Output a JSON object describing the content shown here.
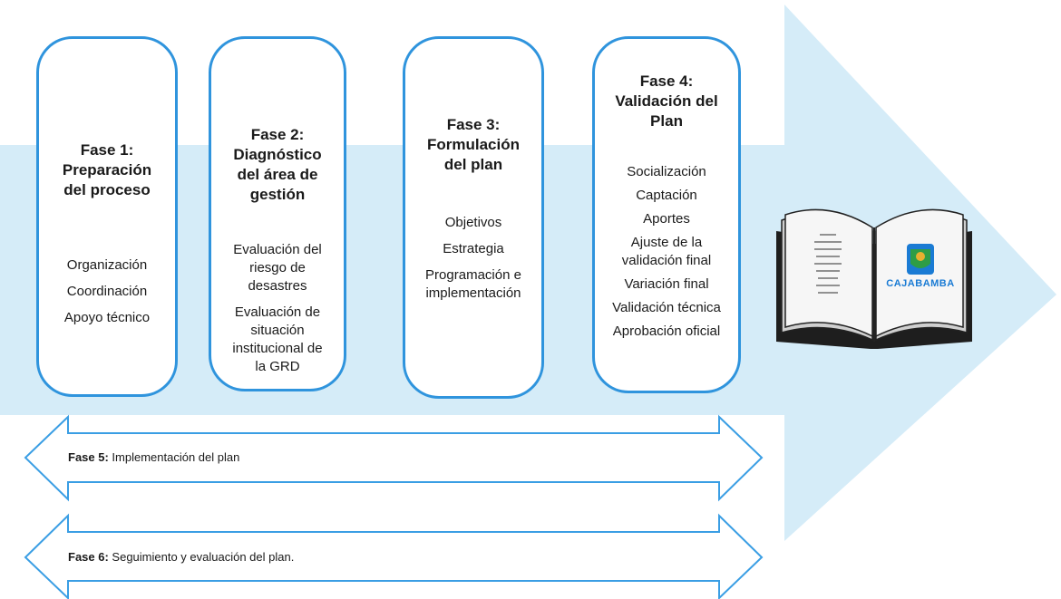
{
  "colors": {
    "arrow_fill": "#d5ecf8",
    "box_border": "#2f94dd",
    "band_stroke": "#3a9ee4",
    "logo_blue": "#1a7bd4",
    "logo_green": "#2e9d46"
  },
  "phases": [
    {
      "title": "Fase 1:\nPreparación\ndel proceso",
      "items": [
        "Organización",
        "Coordinación",
        "Apoyo técnico"
      ]
    },
    {
      "title": "Fase 2:\nDiagnóstico\ndel área de\ngestión",
      "items": [
        "Evaluación del\nriesgo de\ndesastres",
        "Evaluación de\nsituación\ninstitucional de\nla GRD"
      ]
    },
    {
      "title": "Fase 3:\nFormulación\ndel plan",
      "items": [
        "Objetivos",
        "Estrategia",
        "Programación e\nimplementación"
      ]
    },
    {
      "title": "Fase 4:\nValidación del\nPlan",
      "items": [
        "Socialización",
        "Captación",
        "Aportes",
        "Ajuste de la\nvalidación final",
        "Variación final",
        "Validación técnica",
        "Aprobación oficial"
      ]
    }
  ],
  "bands": [
    {
      "label_bold": "Fase 5:",
      "label_text": " Implementación del plan"
    },
    {
      "label_bold": "Fase 6:",
      "label_text": " Seguimiento y evaluación del plan."
    }
  ],
  "book": {
    "logo_text": "CAJABAMBA",
    "icon": "open-book-icon"
  }
}
